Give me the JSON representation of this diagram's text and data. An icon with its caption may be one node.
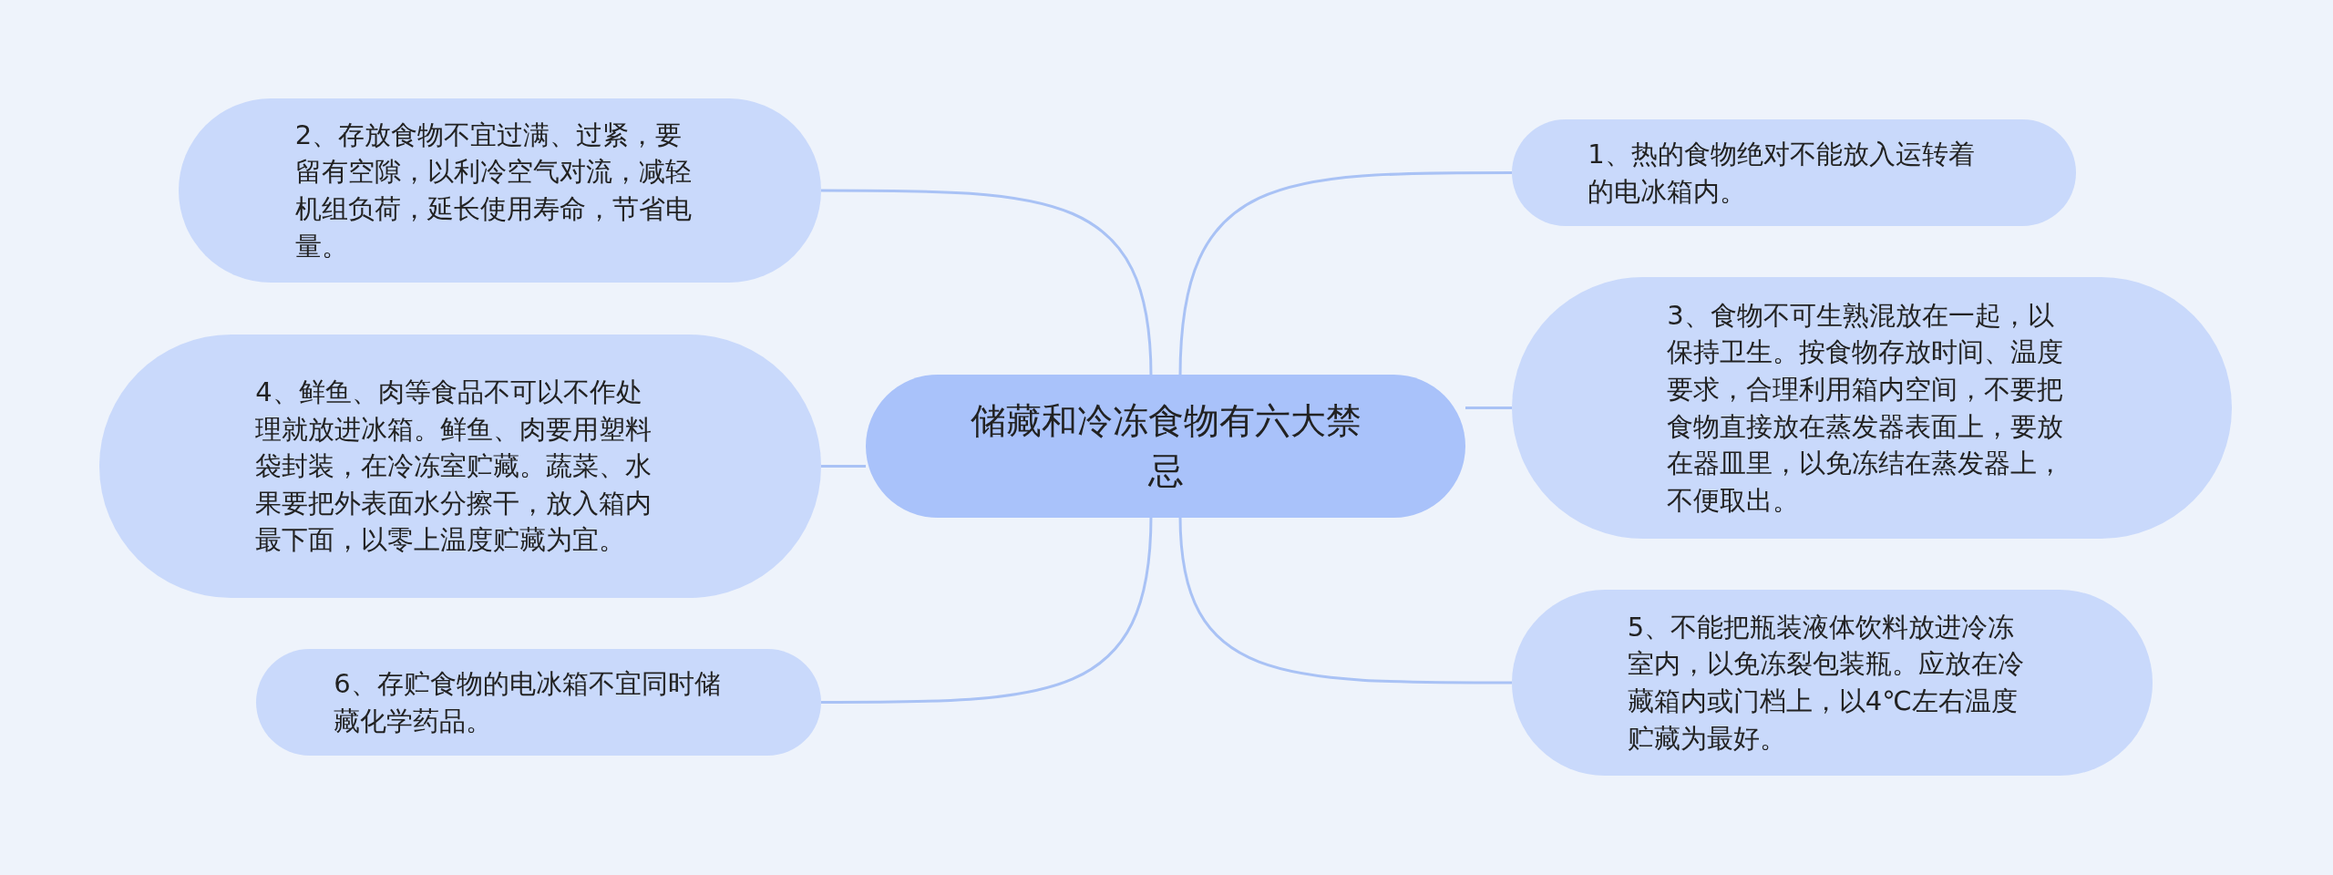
{
  "diagram": {
    "nodes": [
      {
        "text": [
          "储藏和冷冻食物有六大禁忌"
        ]
      },
      {
        "text": [
          "2、存放食物不宜过满、过紧，要留有空隙，以利冷空气对流，减轻机组负荷，延长使用寿命，节省电量。"
        ]
      },
      {
        "text": [
          "1、热的食物绝对不能放入运转着的电冰箱内。"
        ]
      },
      {
        "text": [
          "3、食物不可生熟混放在一起，以保持卫生。按食物存放时间、温度要求，合理利用箱内空间，不要把食物直接放在蒸发器表面上，要放在器皿里，以免冻结在蒸发器上，不便取出。"
        ]
      },
      {
        "text": [
          "4、鲜鱼、肉等食品不可以不作处理就放进冰箱。鲜鱼、肉要用塑料袋封装，在冷冻室贮藏。蔬菜、水果要把外表面水分擦干，放入箱内最下面，以零上温度贮藏为宜。"
        ]
      },
      {
        "text": [
          "5、不能把瓶装液体饮料放进冷冻室内，以免冻裂包装瓶。应放在冷藏箱内或门档上，以4℃左右温度贮藏为最好。"
        ]
      },
      {
        "text": [
          "6、存贮食物的电冰箱不宜同时储藏化学药品。"
        ]
      }
    ],
    "edges": [
      {
        "from": 0,
        "to": 1,
        "arrow": "none"
      },
      {
        "from": 0,
        "to": 2,
        "arrow": "none"
      },
      {
        "from": 0,
        "to": 3,
        "arrow": "none"
      },
      {
        "from": 0,
        "to": 4,
        "arrow": "none"
      },
      {
        "from": 0,
        "to": 5,
        "arrow": "none"
      },
      {
        "from": 0,
        "to": 6,
        "arrow": "none"
      }
    ]
  }
}
